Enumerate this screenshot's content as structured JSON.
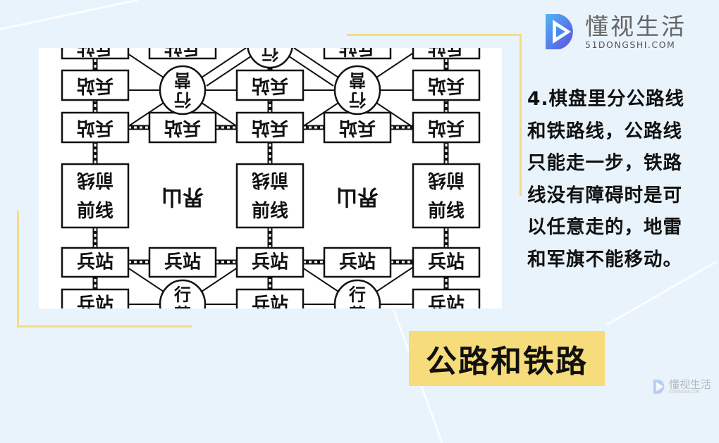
{
  "logo": {
    "name_cn": "懂视生活",
    "name_en": "51DONGSHI.COM",
    "brand_color": "#3a7bf0"
  },
  "watermark": {
    "name_cn": "懂视生活",
    "name_en": "51DONGSHI.COM"
  },
  "board": {
    "station_label": "兵站",
    "frontline_label": "前线",
    "camp_label": "行营",
    "mountain_label": "界山"
  },
  "description": {
    "lines": [
      "4.棋盘里分公路线",
      "和铁路线，公路线",
      "只能走一步，铁路",
      "线没有障碍时是可",
      "以任意走的，地雷",
      "和军旗不能移动。"
    ]
  },
  "title": "公路和铁路",
  "colors": {
    "background": "#e9f3fb",
    "accent_yellow": "#f6dc7a",
    "frame_yellow": "#f3dc85"
  }
}
